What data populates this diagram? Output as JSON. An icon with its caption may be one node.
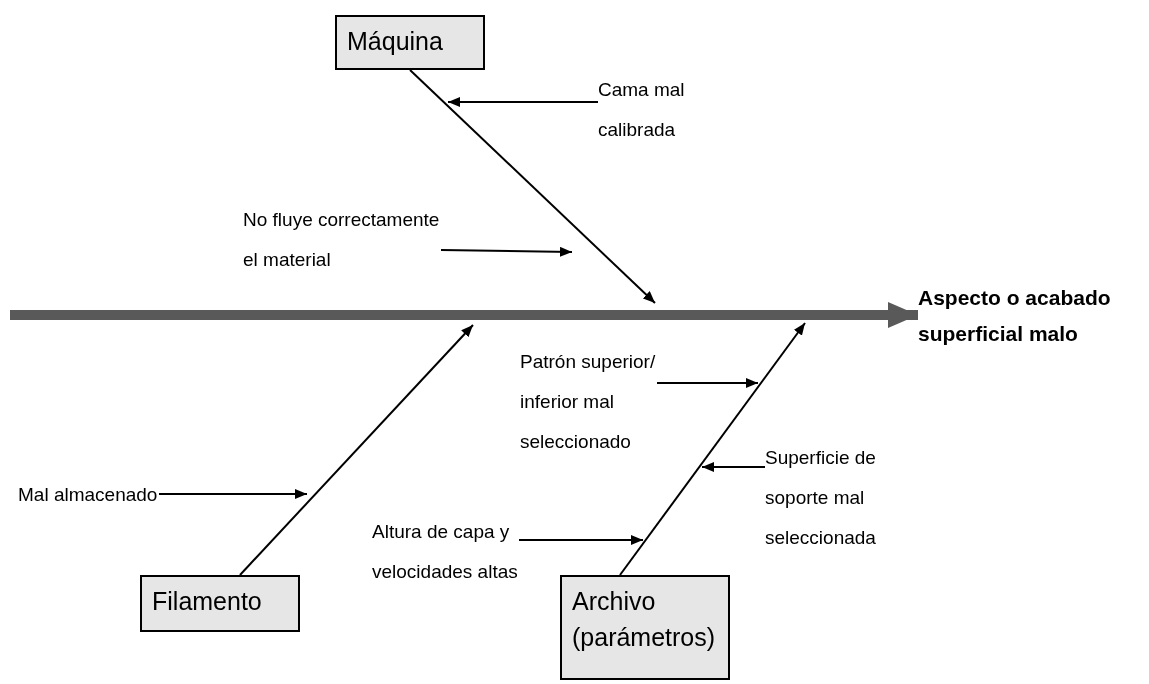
{
  "diagram": {
    "nodes": [
      {
        "text": [
          "Máquina"
        ]
      },
      {
        "text": [
          "Cama mal calibrada"
        ]
      },
      {
        "text": [
          "No fluye correctamente el material"
        ]
      },
      {
        "text": [
          "Aspecto o acabado superficial malo"
        ]
      },
      {
        "text": [
          "Patrón superior/ inferior mal seleccionado"
        ]
      },
      {
        "text": [
          "Mal almacenado"
        ]
      },
      {
        "text": [
          "Altura de capa y velocidades altas"
        ]
      },
      {
        "text": [
          "Superficie de soporte mal seleccionada"
        ]
      },
      {
        "text": [
          "Filamento"
        ]
      },
      {
        "text": [
          "Archivo (parámetros)"
        ]
      }
    ],
    "edges": [
      {
        "from": null,
        "to": 3,
        "arrow": "to",
        "style": "thick",
        "color": "#595959"
      },
      {
        "from": 0,
        "to": null,
        "arrow": "to"
      },
      {
        "from": 8,
        "to": null,
        "arrow": "to"
      },
      {
        "from": 9,
        "to": null,
        "arrow": "to"
      },
      {
        "from": 1,
        "to": null,
        "arrow": "to"
      },
      {
        "from": 2,
        "to": null,
        "arrow": "to"
      },
      {
        "from": 4,
        "to": null,
        "arrow": "to"
      },
      {
        "from": 5,
        "to": null,
        "arrow": "to"
      },
      {
        "from": 6,
        "to": null,
        "arrow": "to"
      },
      {
        "from": 7,
        "to": null,
        "arrow": "to"
      }
    ]
  }
}
